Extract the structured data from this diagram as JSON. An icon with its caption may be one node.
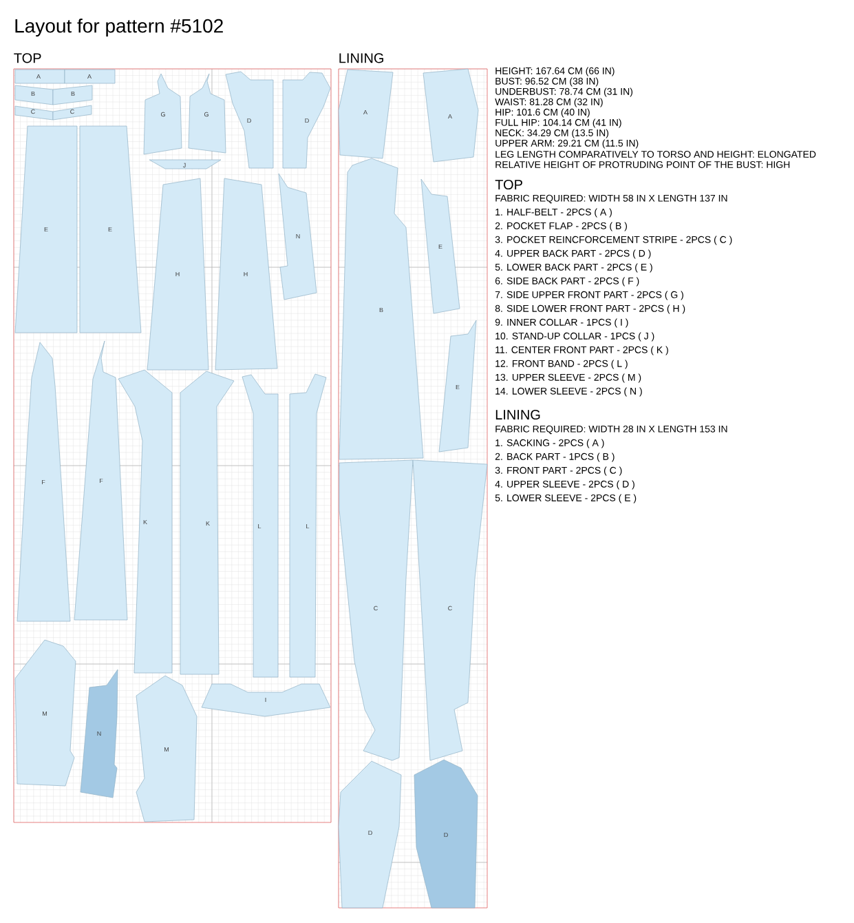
{
  "diagram": {
    "title": "Layout for pattern #5102",
    "nodes": [
      {
        "text": [
          "TOP"
        ]
      },
      {
        "text": [
          "A"
        ],
        "in": 0
      },
      {
        "text": [
          "A"
        ],
        "in": 0
      },
      {
        "text": [
          "B"
        ],
        "in": 0
      },
      {
        "text": [
          "B"
        ],
        "in": 0
      },
      {
        "text": [
          "C"
        ],
        "in": 0
      },
      {
        "text": [
          "C"
        ],
        "in": 0
      },
      {
        "text": [
          "G"
        ],
        "in": 0
      },
      {
        "text": [
          "G"
        ],
        "in": 0
      },
      {
        "text": [
          "D"
        ],
        "in": 0
      },
      {
        "text": [
          "D"
        ],
        "in": 0
      },
      {
        "text": [
          "J"
        ],
        "in": 0
      },
      {
        "text": [
          "E"
        ],
        "in": 0
      },
      {
        "text": [
          "E"
        ],
        "in": 0
      },
      {
        "text": [
          "H"
        ],
        "in": 0
      },
      {
        "text": [
          "H"
        ],
        "in": 0
      },
      {
        "text": [
          "N"
        ],
        "in": 0
      },
      {
        "text": [
          "F"
        ],
        "in": 0
      },
      {
        "text": [
          "F"
        ],
        "in": 0
      },
      {
        "text": [
          "K"
        ],
        "in": 0
      },
      {
        "text": [
          "K"
        ],
        "in": 0
      },
      {
        "text": [
          "L"
        ],
        "in": 0
      },
      {
        "text": [
          "L"
        ],
        "in": 0
      },
      {
        "text": [
          "M"
        ],
        "in": 0
      },
      {
        "text": [
          "N"
        ],
        "in": 0
      },
      {
        "text": [
          "M"
        ],
        "in": 0
      },
      {
        "text": [
          "I"
        ],
        "in": 0
      },
      {
        "text": [
          "LINING"
        ]
      },
      {
        "text": [
          "A"
        ],
        "in": 27
      },
      {
        "text": [
          "A"
        ],
        "in": 27
      },
      {
        "text": [
          "B"
        ],
        "in": 27
      },
      {
        "text": [
          "E"
        ],
        "in": 27
      },
      {
        "text": [
          "E"
        ],
        "in": 27
      },
      {
        "text": [
          "C"
        ],
        "in": 27
      },
      {
        "text": [
          "C"
        ],
        "in": 27
      },
      {
        "text": [
          "D"
        ],
        "in": 27
      },
      {
        "text": [
          "D"
        ],
        "in": 27
      }
    ],
    "labels": [
      "HEIGHT: 167.64 CM (66 IN)",
      "BUST: 96.52 CM (38 IN)",
      "UNDERBUST: 78.74 CM (31 IN)",
      "WAIST: 81.28 CM (32 IN)",
      "HIP: 101.6 CM (40 IN)",
      "FULL HIP: 104.14 CM (41 IN)",
      "NECK: 34.29 CM (13.5 IN)",
      "UPPER ARM: 29.21 CM (11.5 IN)",
      "LEG LENGTH COMPARATIVELY TO TORSO AND HEIGHT: ELONGATED",
      "RELATIVE HEIGHT OF PROTRUDING POINT OF THE BUST: HIGH",
      "TOP",
      "FABRIC REQUIRED: WIDTH 58 IN X LENGTH 137 IN",
      "1. HALF-BELT - 2PCS ( A )",
      "2. POCKET FLAP - 2PCS ( B )",
      "3. POCKET REINCFORCEMENT STRIPE - 2PCS ( C )",
      "4. UPPER BACK PART - 2PCS ( D )",
      "5. LOWER BACK PART - 2PCS ( E )",
      "6. SIDE BACK PART - 2PCS ( F )",
      "7. SIDE UPPER FRONT PART - 2PCS ( G )",
      "8. SIDE LOWER FRONT PART - 2PCS ( H )",
      "9. INNER COLLAR - 1PCS ( I )",
      "10. STAND-UP COLLAR - 1PCS ( J )",
      "11. CENTER FRONT PART - 2PCS ( K )",
      "12. FRONT BAND - 2PCS ( L )",
      "13. UPPER SLEEVE - 2PCS ( M )",
      "14. LOWER SLEEVE - 2PCS ( N )",
      "LINING",
      "FABRIC REQUIRED: WIDTH 28 IN X LENGTH 153 IN",
      "1. SACKING - 2PCS ( A )",
      "2. BACK PART - 1PCS ( B )",
      "3. FRONT PART - 2PCS ( C )",
      "4. UPPER SLEEVE - 2PCS ( D )",
      "5. LOWER SLEEVE - 2PCS ( E )"
    ]
  }
}
